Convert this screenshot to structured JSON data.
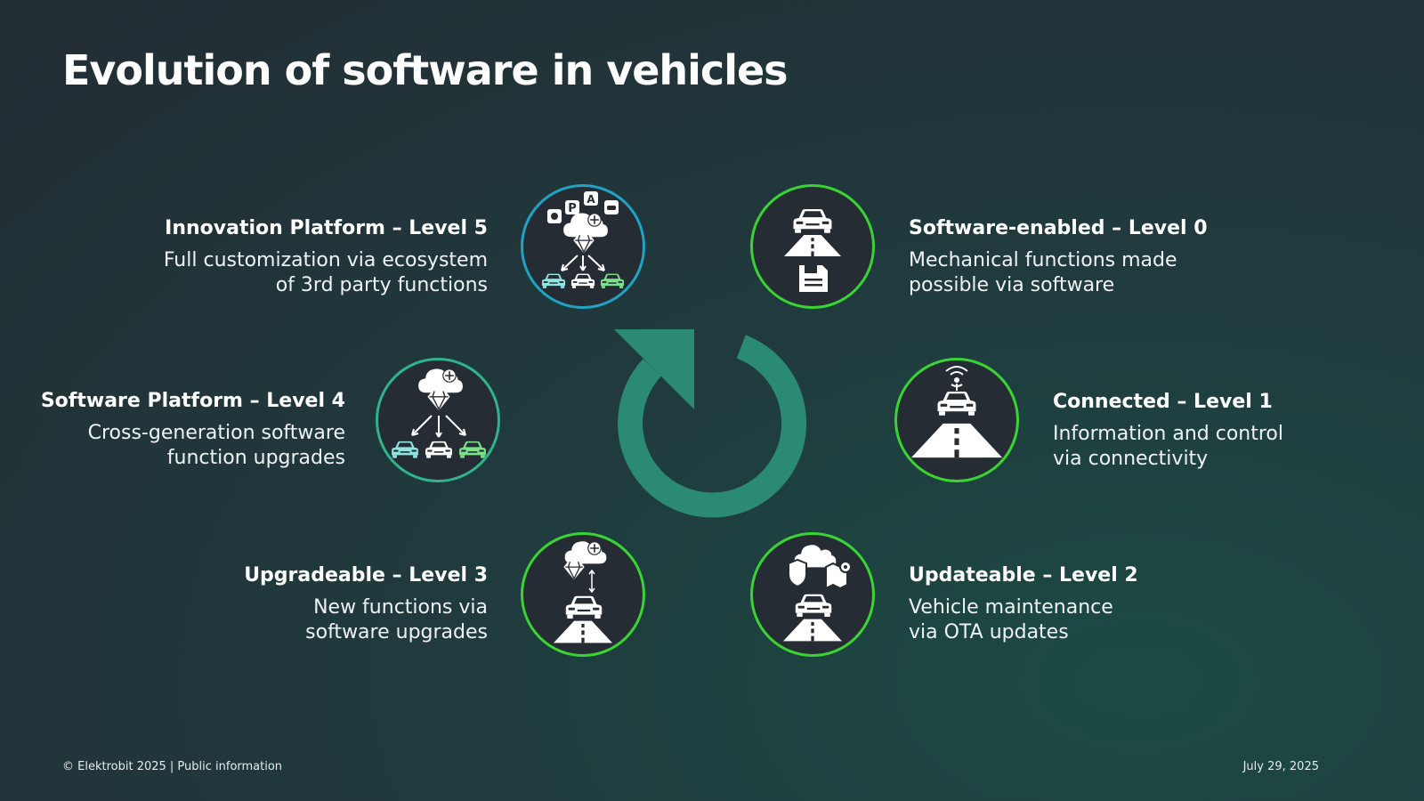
{
  "slide": {
    "title": "Evolution of software in vehicles"
  },
  "levels": [
    {
      "level": 0,
      "heading": "Software-enabled – Level 0",
      "line1": "Mechanical functions made",
      "line2": "possible via software",
      "icon": "car-road-floppy-icon",
      "ring_color": "#39d433"
    },
    {
      "level": 1,
      "heading": "Connected – Level 1",
      "line1": "Information and control",
      "line2": "via connectivity",
      "icon": "connected-car-antenna-icon",
      "ring_color": "#39d433"
    },
    {
      "level": 2,
      "heading": "Updateable – Level 2",
      "line1": "Vehicle maintenance",
      "line2": "via OTA updates",
      "icon": "cloud-shield-map-car-icon",
      "ring_color": "#39d433"
    },
    {
      "level": 3,
      "heading": "Upgradeable – Level 3",
      "line1": "New functions via",
      "line2": "software upgrades",
      "icon": "cloud-diamond-car-icon",
      "ring_color": "#39d433"
    },
    {
      "level": 4,
      "heading": "Software Platform – Level 4",
      "line1": "Cross-generation software",
      "line2": "function upgrades",
      "icon": "cloud-diamond-three-cars-icon",
      "ring_color": "#2fb38a"
    },
    {
      "level": 5,
      "heading": "Innovation Platform – Level 5",
      "line1": "Full customization via ecosystem",
      "line2": "of 3rd party functions",
      "icon": "app-ecosystem-cloud-cars-icon",
      "ring_color": "#1fa3c4"
    }
  ],
  "center_icon": "cycle-arrow-icon",
  "colors": {
    "accent_green": "#39d433",
    "teal": "#2b8a72",
    "blue": "#1fa3c4",
    "car_cyan": "#8fe3e0",
    "car_green": "#7be08a"
  },
  "footer": {
    "copyright": "© Elektrobit 2025 | Public information",
    "date": "July 29, 2025"
  }
}
